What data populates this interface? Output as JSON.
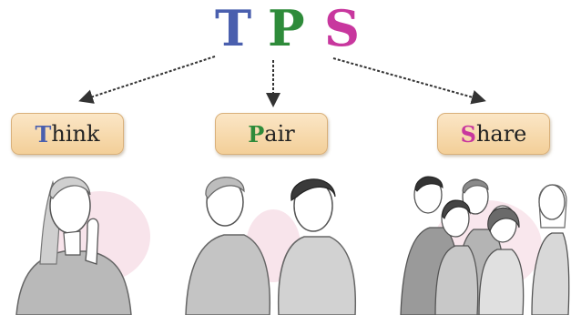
{
  "acronym": [
    {
      "letter": "T",
      "color": "#4a5fae"
    },
    {
      "letter": "P",
      "color": "#2e8b3a"
    },
    {
      "letter": "S",
      "color": "#c8379e"
    }
  ],
  "steps": [
    {
      "first": "T",
      "rest": "hink",
      "color": "#4a5fae"
    },
    {
      "first": "P",
      "rest": "air",
      "color": "#2e8b3a"
    },
    {
      "first": "S",
      "rest": "hare",
      "color": "#c8379e"
    }
  ],
  "illustrations": [
    {
      "name": "thinking-person",
      "people": 1
    },
    {
      "name": "pair-of-people",
      "people": 2
    },
    {
      "name": "group-of-people",
      "people": 5
    }
  ]
}
